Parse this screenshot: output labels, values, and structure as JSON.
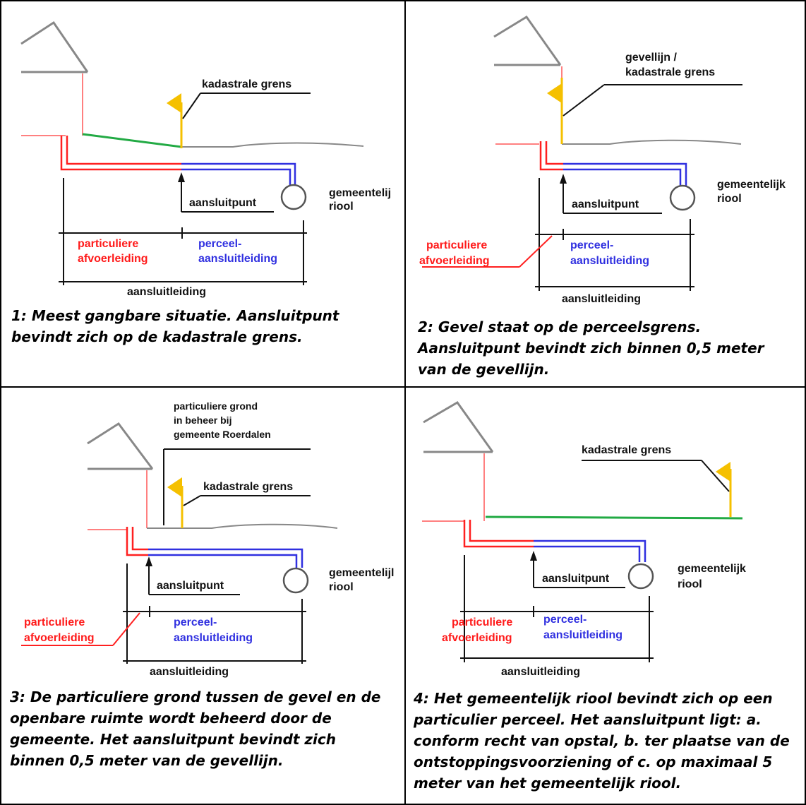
{
  "panels": [
    {
      "labels": {
        "boundary": "kadastrale grens",
        "sewer": "gemeentelij",
        "sewer2": "riool",
        "connection_point": "aansluitpunt",
        "private_pipe_1": "particuliere",
        "private_pipe_2": "afvoerleiding",
        "parcel_pipe_1": "perceel-",
        "parcel_pipe_2": "aansluitleiding",
        "connection_pipe": "aansluitleiding"
      },
      "caption": "1: Meest gangbare situatie. Aansluitpunt bevindt zich op de kadastrale grens."
    },
    {
      "labels": {
        "boundary_1": "gevellijn /",
        "boundary_2": "kadastrale grens",
        "sewer": "gemeentelijk",
        "sewer2": "riool",
        "connection_point": "aansluitpunt",
        "private_pipe_1": "particuliere",
        "private_pipe_2": "afvoerleiding",
        "parcel_pipe_1": "perceel-",
        "parcel_pipe_2": "aansluitleiding",
        "connection_pipe": "aansluitleiding"
      },
      "caption": "2: Gevel staat op de perceelsgrens. Aansluitpunt bevindt zich binnen 0,5 meter van de gevellijn."
    },
    {
      "labels": {
        "managed_1": "particuliere grond",
        "managed_2": "in beheer bij",
        "managed_3": "gemeente Roerdalen",
        "boundary": "kadastrale grens",
        "sewer": "gemeentelijl",
        "sewer2": "riool",
        "connection_point": "aansluitpunt",
        "private_pipe_1": "particuliere",
        "private_pipe_2": "afvoerleiding",
        "parcel_pipe_1": "perceel-",
        "parcel_pipe_2": "aansluitleiding",
        "connection_pipe": "aansluitleiding"
      },
      "caption": "3: De particuliere grond tussen de gevel en de openbare ruimte wordt beheerd door de gemeente. Het aansluitpunt bevindt zich binnen 0,5 meter van de gevellijn."
    },
    {
      "labels": {
        "boundary": "kadastrale grens",
        "sewer": "gemeentelijk",
        "sewer2": "riool",
        "connection_point": "aansluitpunt",
        "private_pipe_1": "particuliere",
        "private_pipe_2": "afvoerleiding",
        "parcel_pipe_1": "perceel-",
        "parcel_pipe_2": "aansluitleiding",
        "connection_pipe": "aansluitleiding"
      },
      "caption": "4: Het gemeentelijk riool bevindt zich op een particulier perceel. Het aansluitpunt ligt: a. conform recht van opstal, b. ter plaatse van de ontstoppingsvoorziening of c. op maximaal 5 meter van het gemeentelijk riool."
    }
  ],
  "colors": {
    "private_pipe": "#ff2020",
    "parcel_pipe": "#3030e0",
    "facade_pipe": "#ff8080",
    "boundary_flag": "#f5c000",
    "managed_ground": "#22aa44",
    "ground": "#888888",
    "house": "#888888"
  }
}
